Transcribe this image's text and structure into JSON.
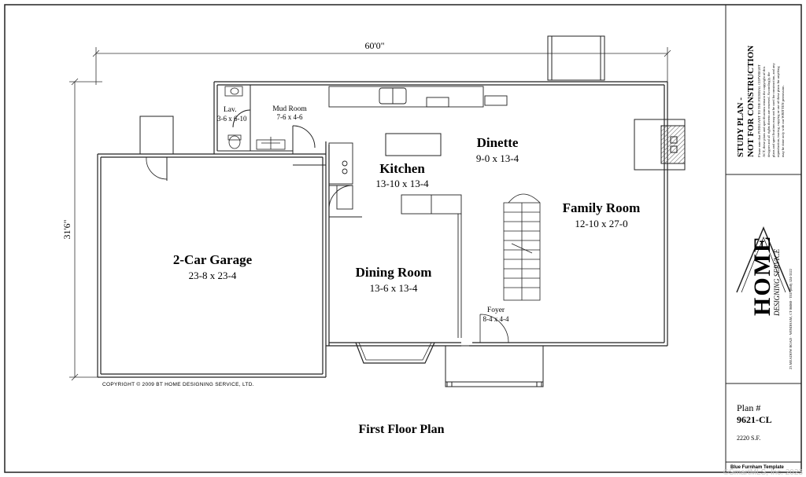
{
  "dimensions": {
    "width": "60'0\"",
    "depth": "31'6\""
  },
  "rooms": {
    "lav": {
      "name": "Lav.",
      "dim": "3-6 x 6-10"
    },
    "mud": {
      "name": "Mud Room",
      "dim": "7-6 x 4-6"
    },
    "kitchen": {
      "name": "Kitchen",
      "dim": "13-10 x 13-4"
    },
    "dinette": {
      "name": "Dinette",
      "dim": "9-0 x 13-4"
    },
    "family": {
      "name": "Family Room",
      "dim": "12-10 x 27-0"
    },
    "garage": {
      "name": "2-Car Garage",
      "dim": "23-8 x 23-4"
    },
    "dining": {
      "name": "Dining Room",
      "dim": "13-6 x 13-4"
    },
    "foyer": {
      "name": "Foyer",
      "dim": "8-4 x 4-4"
    }
  },
  "copyright": "COPYRIGHT © 2009 BT HOME DESIGNING SERVICE, LTD.",
  "title": "First Floor Plan",
  "title_block": {
    "study_line1": "STUDY PLAN -",
    "study_line2": "NOT FOR CONSTRUCTION",
    "fine_print": [
      "Please note that PURSUANT TO THE FEDERAL COPYRIGHT",
      "ACT, these plans and specifications remain the copyright of this",
      "designer and all rights thereto are reserved. Accordingly, the",
      "plans and specifications may not be used for construction, and any",
      "reproduction, tracing, copying or use of these plans for anything",
      "may be done only with our WRITTEN permission."
    ],
    "logo_text": "HOME",
    "logo_sub": "DESIGNING SERVICE",
    "address": "23 MEADOW ROAD · WINDHAM, CT 06080 · TEL (860) 324-3522",
    "plan_label": "Plan #",
    "plan_number": "9621-CL",
    "square_feet": "2220 S.F.",
    "template": "Blue Furnham Template"
  },
  "watermark": "©SmartMLS, Inc. 2023"
}
